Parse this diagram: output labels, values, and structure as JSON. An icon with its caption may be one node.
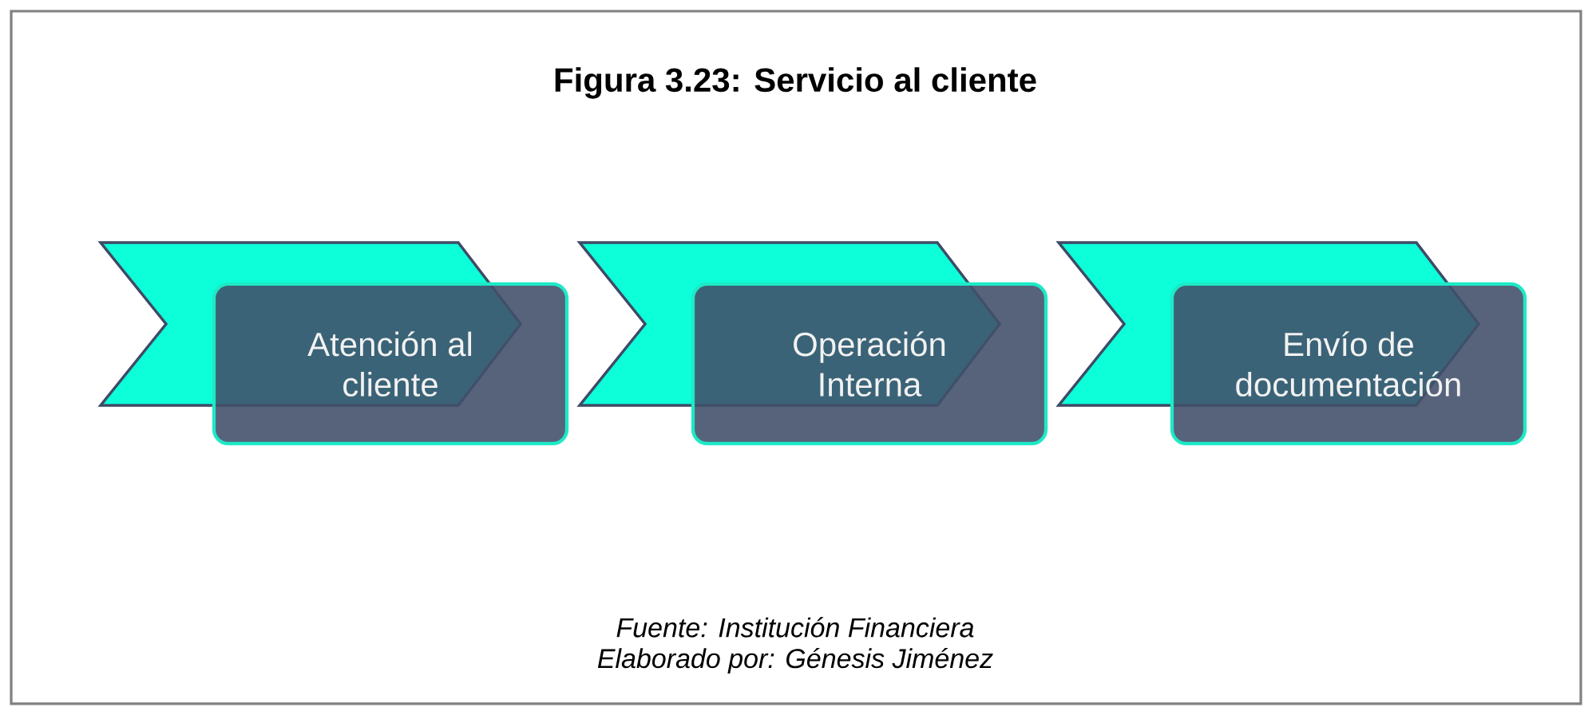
{
  "diagram": {
    "title": "Figura 3.23: Servicio al cliente",
    "nodes": [
      {
        "text": [
          "Atención al cliente"
        ]
      },
      {
        "text": [
          "Operación Interna"
        ]
      },
      {
        "text": [
          "Envío de documentación"
        ]
      }
    ],
    "labels": [
      "Fuente: Institución Financiera",
      "Elaborado por: Génesis Jiménez"
    ]
  }
}
